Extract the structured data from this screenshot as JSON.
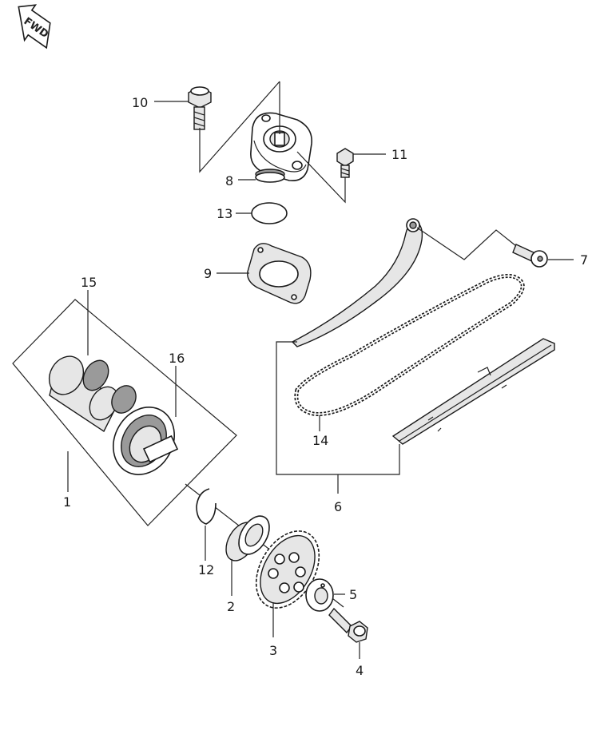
{
  "fwd_label": "FWD",
  "callouts": {
    "p1": "1",
    "p2": "2",
    "p3": "3",
    "p4": "4",
    "p5": "5",
    "p6": "6",
    "p7": "7",
    "p8": "8",
    "p9": "9",
    "p10": "10",
    "p11": "11",
    "p12": "12",
    "p13": "13",
    "p14": "14",
    "p15": "15",
    "p16": "16"
  }
}
